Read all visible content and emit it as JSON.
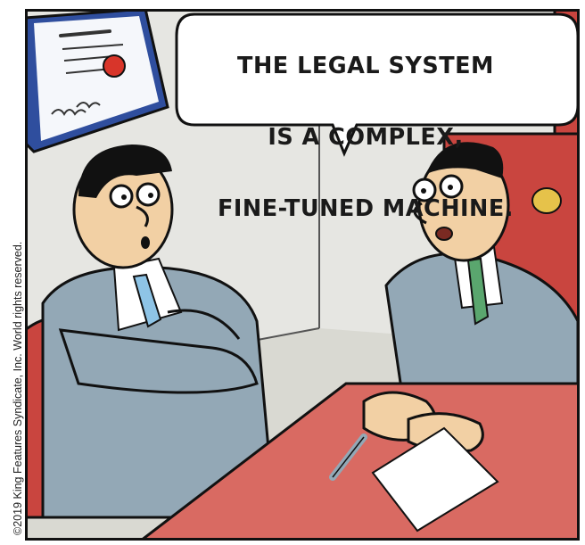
{
  "copyright": "©2019 King Features Syndicate, Inc. World rights reserved.",
  "speech_bubble": {
    "lines": [
      "THE LEGAL SYSTEM",
      "IS A COMPLEX,",
      "FINE-TUNED MACHINE."
    ]
  },
  "colors": {
    "wall": "#e6e6e2",
    "floor": "#d9d9d2",
    "desk": "#d96a62",
    "furniture": "#c9453f",
    "suit": "#93a8b6",
    "skin": "#f2d0a4",
    "tie_left": "#8ec4e6",
    "tie_right": "#5aa66e",
    "certificate_frame": "#2f4e9e",
    "seal": "#d8352a",
    "outline": "#111111"
  }
}
